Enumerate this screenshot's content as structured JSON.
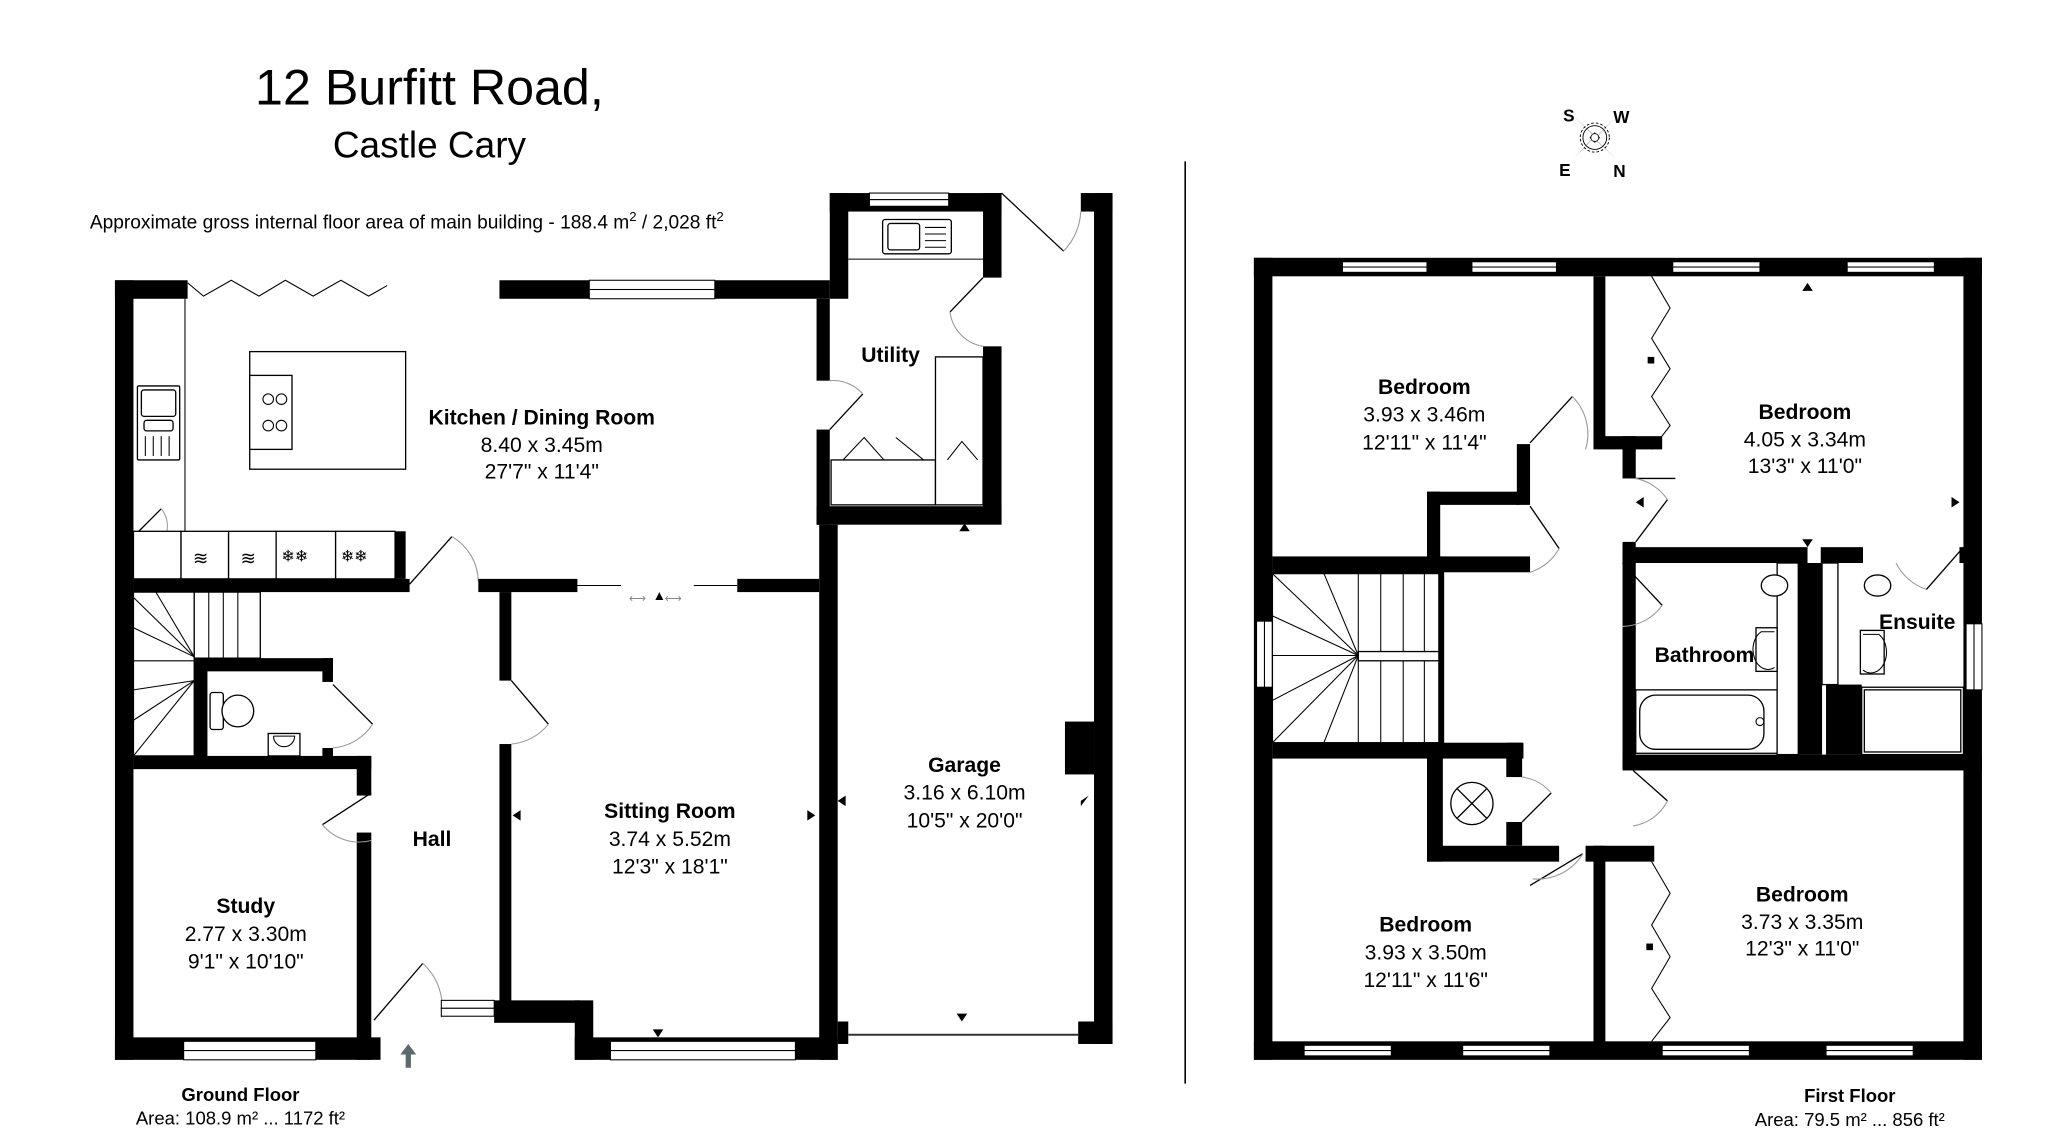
{
  "header": {
    "title": "12 Burfitt Road,",
    "subtitle": "Castle Cary",
    "area_note": "Approximate gross internal floor area of main building  -  188.4 m",
    "area_note_sup1": "2",
    "area_note_mid": " /  2,028 ft",
    "area_note_sup2": "2"
  },
  "compass": {
    "icon": "compass-rose-icon",
    "labels": {
      "top_left": "S",
      "top_right": "W",
      "bottom_left": "E",
      "bottom_right": "N"
    }
  },
  "ground_floor": {
    "label": "Ground Floor",
    "area": "Area: 108.9 m² ... 1172 ft²",
    "rooms": {
      "kitchen": {
        "name": "Kitchen / Dining Room",
        "metric": "8.40 x 3.45m",
        "imperial": "27'7\" x 11'4\""
      },
      "utility": {
        "name": "Utility"
      },
      "sitting": {
        "name": "Sitting Room",
        "metric": "3.74 x 5.52m",
        "imperial": "12'3\" x 18'1\""
      },
      "garage": {
        "name": "Garage",
        "metric": "3.16 x 6.10m",
        "imperial": "10'5\" x 20'0\""
      },
      "hall": {
        "name": "Hall"
      },
      "study": {
        "name": "Study",
        "metric": "2.77 x 3.30m",
        "imperial": "9'1\" x 10'10\""
      }
    },
    "entrance_icon": "entrance-arrow-icon"
  },
  "first_floor": {
    "label": "First Floor",
    "area": "Area: 79.5 m² ... 856 ft²",
    "rooms": {
      "bedroom1": {
        "name": "Bedroom",
        "metric": "3.93 x 3.46m",
        "imperial": "12'11\" x 11'4\""
      },
      "bedroom2": {
        "name": "Bedroom",
        "metric": "4.05 x 3.34m",
        "imperial": "13'3\" x 11'0\""
      },
      "bathroom": {
        "name": "Bathroom"
      },
      "ensuite": {
        "name": "Ensuite"
      },
      "bedroom3": {
        "name": "Bedroom",
        "metric": "3.93 x 3.50m",
        "imperial": "12'11\" x 11'6\""
      },
      "bedroom4": {
        "name": "Bedroom",
        "metric": "3.73 x 3.35m",
        "imperial": "12'3\" x 11'0\""
      }
    }
  }
}
